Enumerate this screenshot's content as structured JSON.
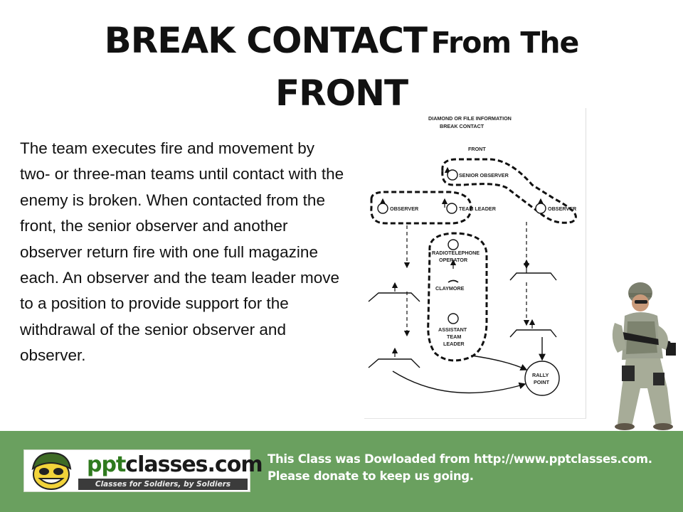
{
  "slide": {
    "title_line1": "BREAK CONTACT",
    "title_line1_small": "From The",
    "title_line2": "FRONT",
    "body": "The team executes fire and movement by two- or three-man teams until contact with the enemy is broken. When contacted from the front, the senior observer and another observer return fire with one full magazine each. An observer and the team leader move to a position to provide support for the withdrawal of the senior observer and observer."
  },
  "diagram": {
    "heading_line1": "DIAMOND OR FILE INFORMATION",
    "heading_line2": "BREAK CONTACT",
    "front_label": "FRONT",
    "senior_observer": "SENIOR OBSERVER",
    "observer_left": "OBSERVER",
    "team_leader": "TEAM LEADER",
    "observer_right": "OBSERVER",
    "rto_line1": "RADIOTELEPHONE",
    "rto_line2": "OPERATOR",
    "claymore": "CLAYMORE",
    "atl_line1": "ASSISTANT",
    "atl_line2": "TEAM",
    "atl_line3": "LEADER",
    "rally_line1": "RALLY",
    "rally_line2": "POINT"
  },
  "footer": {
    "logo_ppt": "ppt",
    "logo_classes": "classes.com",
    "logo_tagline": "Classes for Soldiers, by Soldiers",
    "message_line1": "This Class was Dowloaded from http://www.pptclasses.com.",
    "message_line2": "Please donate to keep us going."
  },
  "colors": {
    "footer_band": "#6aa05f",
    "logo_green": "#2f7a1e"
  }
}
